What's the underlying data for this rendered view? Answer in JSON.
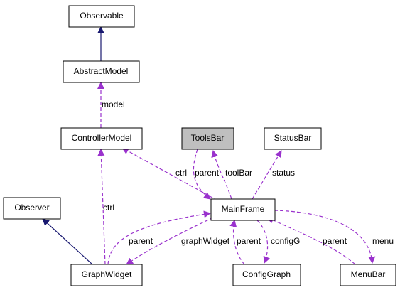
{
  "colors": {
    "dependency": "#9a32cd",
    "inheritance": "#191970",
    "highlight_fill": "#bfbfbf"
  },
  "nodes": {
    "observable": "Observable",
    "abstract_model": "AbstractModel",
    "controller_model": "ControllerModel",
    "tools_bar": "ToolsBar",
    "status_bar": "StatusBar",
    "observer": "Observer",
    "main_frame": "MainFrame",
    "graph_widget": "GraphWidget",
    "config_graph": "ConfigGraph",
    "menu_bar": "MenuBar"
  },
  "edge_labels": {
    "model": "model",
    "ctrl_main": "ctrl",
    "parent_toolsbar": "parent",
    "toolbar": "toolBar",
    "status": "status",
    "ctrl_graph": "ctrl",
    "parent_graph": "parent",
    "graph_widget": "graphWidget",
    "parent_config": "parent",
    "config_g": "configG",
    "parent_menu": "parent",
    "menu": "menu"
  }
}
